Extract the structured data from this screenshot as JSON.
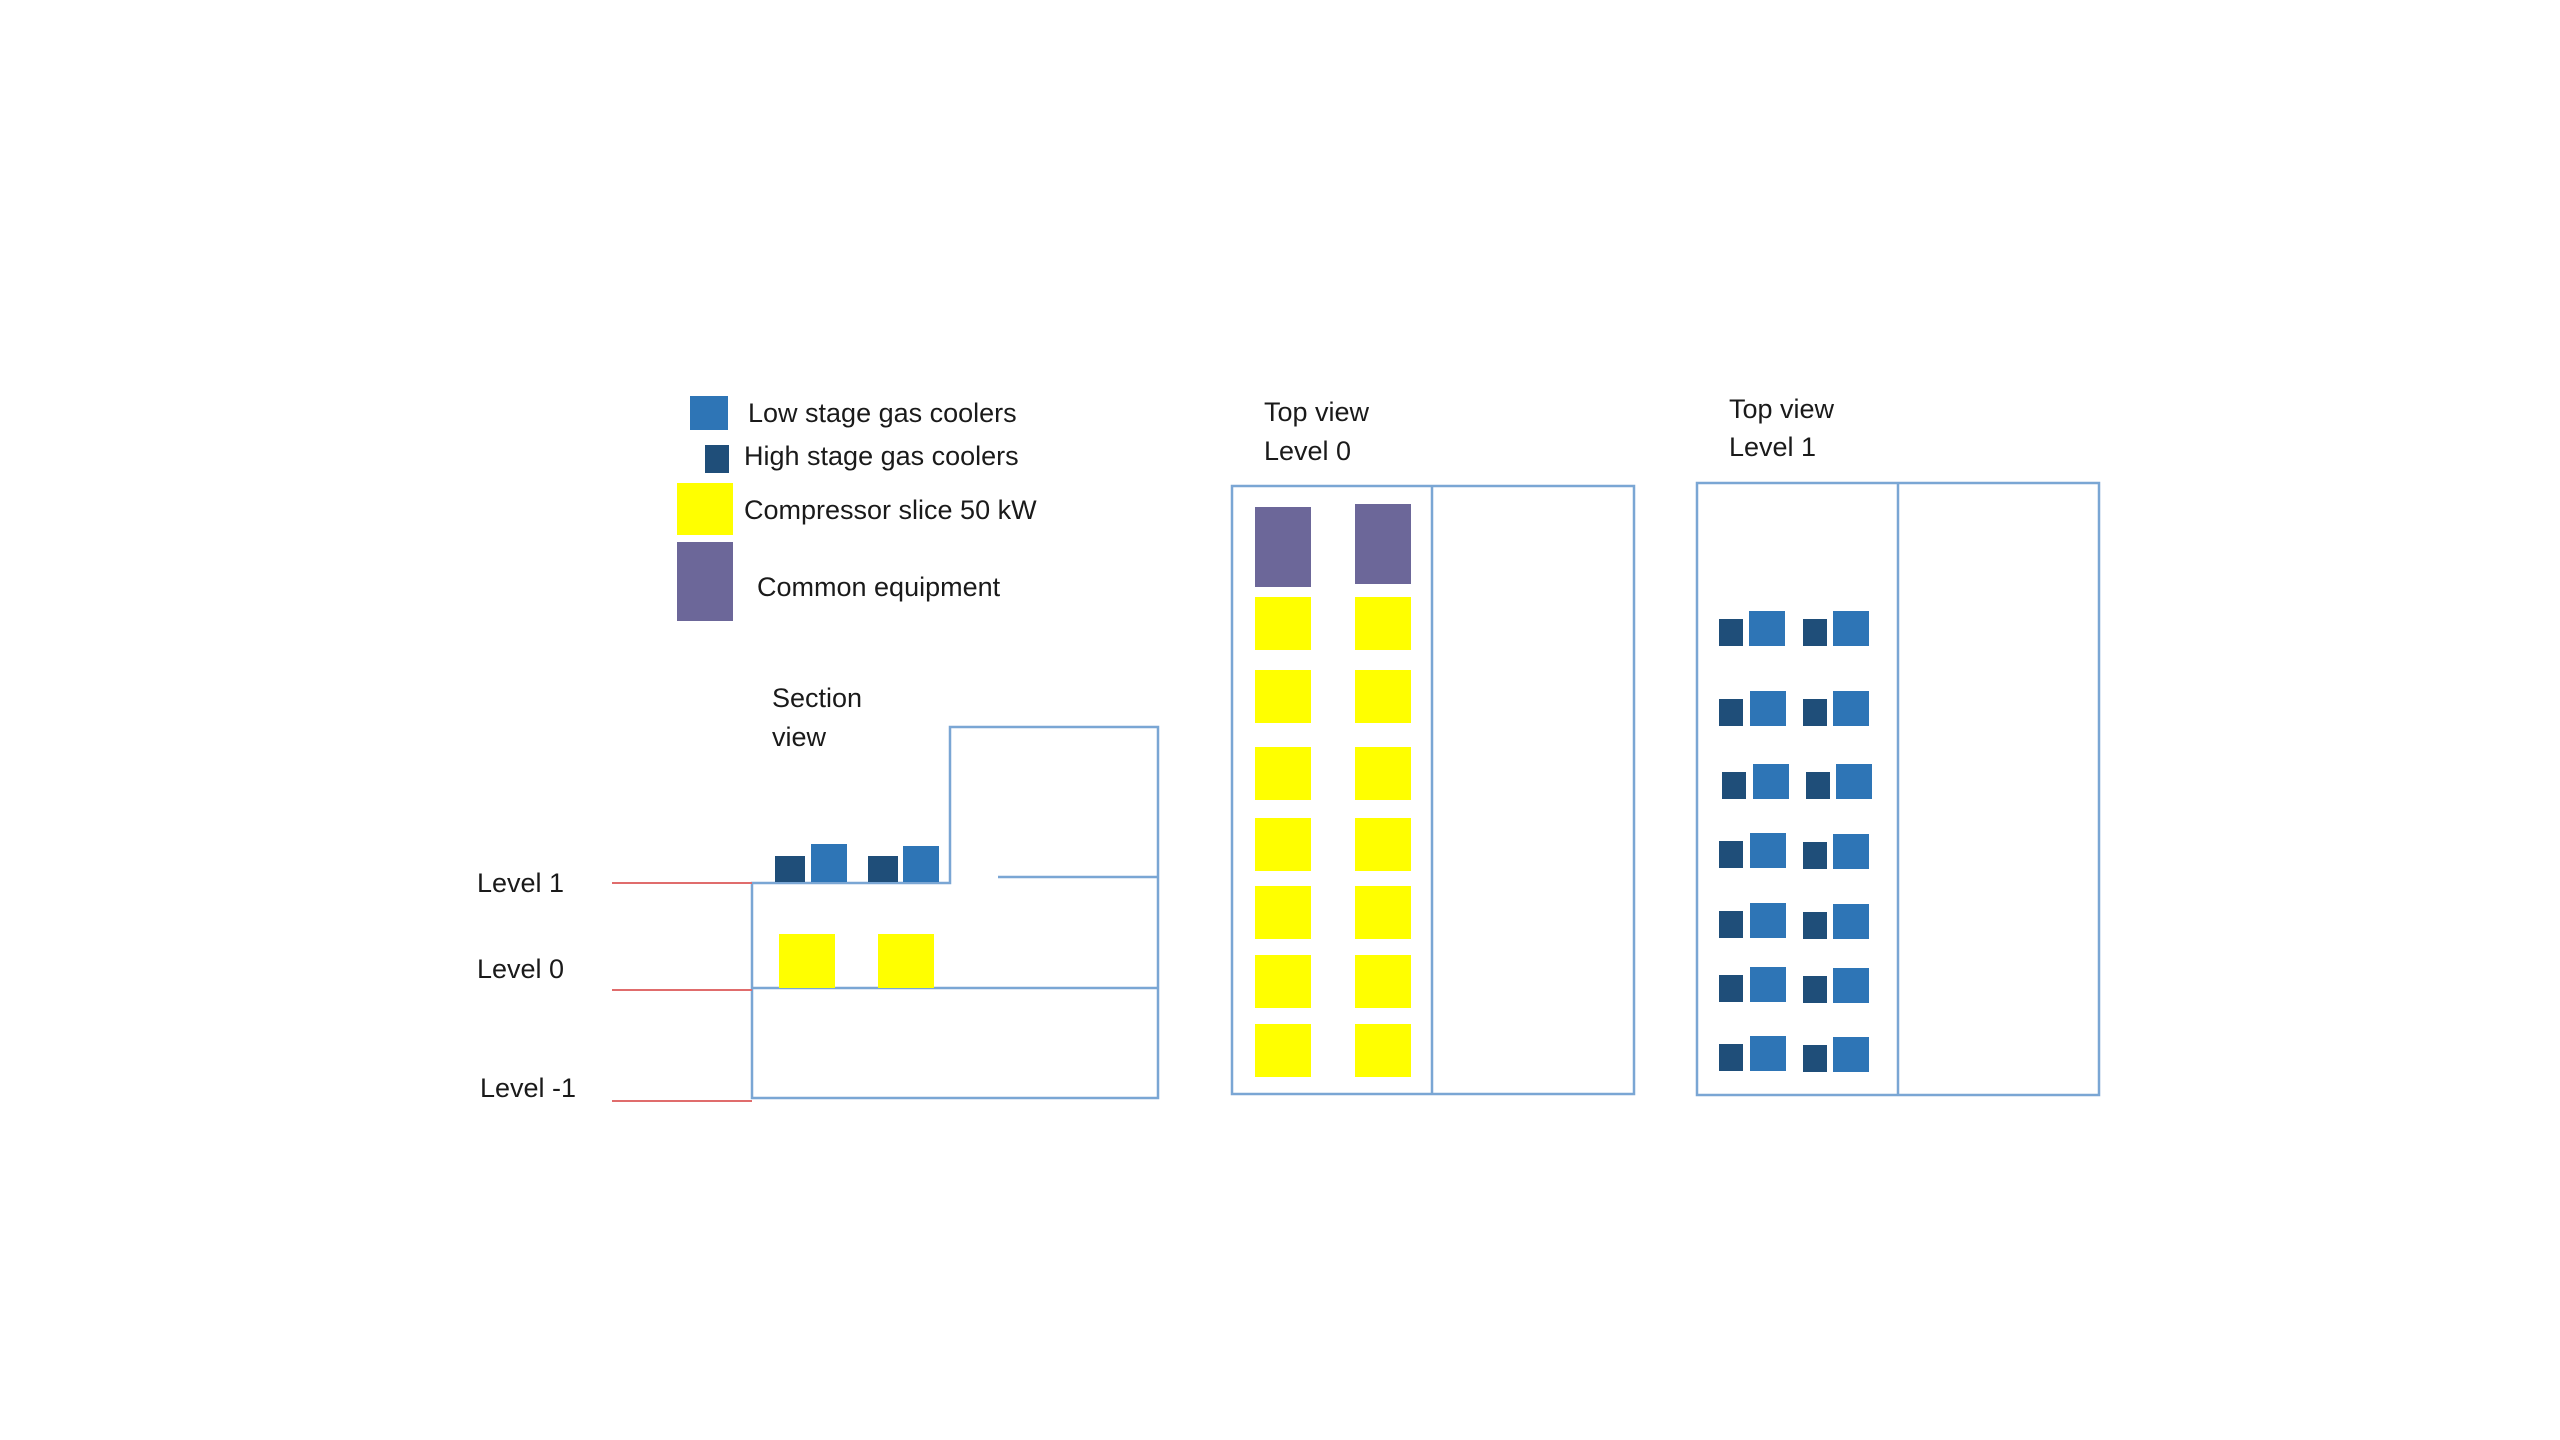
{
  "colors": {
    "low_stage": "#2e75b6",
    "high_stage": "#1f4e79",
    "compressor": "#ffff00",
    "common": "#6c6799",
    "outline": "#7aa6d4",
    "level_line": "#e06c6c"
  },
  "legend": {
    "low_stage": "Low stage gas coolers",
    "high_stage": "High stage gas coolers",
    "compressor": "Compressor slice 50 kW",
    "common": "Common equipment"
  },
  "section": {
    "title_line1": "Section",
    "title_line2": "view",
    "levels": [
      "Level 1",
      "Level 0",
      "Level -1"
    ]
  },
  "top_level0": {
    "title_line1": "Top view",
    "title_line2": "Level 0"
  },
  "top_level1": {
    "title_line1": "Top view",
    "title_line2": "Level 1"
  }
}
